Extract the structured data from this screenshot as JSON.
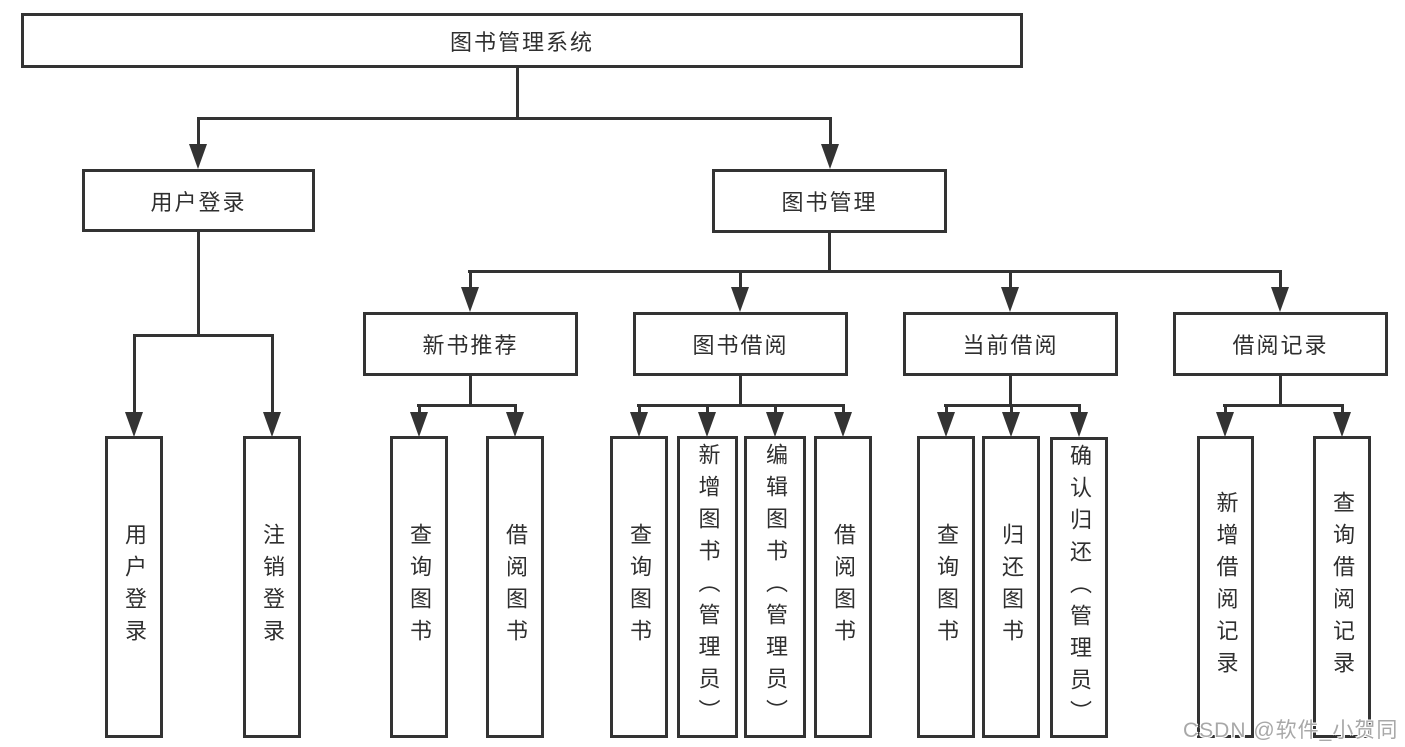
{
  "diagram": {
    "root": {
      "label": "图书管理系统",
      "children": [
        {
          "label": "用户登录",
          "children": [
            {
              "label": "用户登录"
            },
            {
              "label": "注销登录"
            }
          ]
        },
        {
          "label": "图书管理",
          "children": [
            {
              "label": "新书推荐",
              "children": [
                {
                  "label": "查询图书"
                },
                {
                  "label": "借阅图书"
                }
              ]
            },
            {
              "label": "图书借阅",
              "children": [
                {
                  "label": "查询图书"
                },
                {
                  "label": "新增图书（管理员）"
                },
                {
                  "label": "编辑图书（管理员）"
                },
                {
                  "label": "借阅图书"
                }
              ]
            },
            {
              "label": "当前借阅",
              "children": [
                {
                  "label": "查询图书"
                },
                {
                  "label": "归还图书"
                },
                {
                  "label": "确认归还（管理员）"
                }
              ]
            },
            {
              "label": "借阅记录",
              "children": [
                {
                  "label": "新增借阅记录"
                },
                {
                  "label": "查询借阅记录"
                }
              ]
            }
          ]
        }
      ]
    }
  },
  "watermark": "CSDN @软件_小贺同学",
  "colors": {
    "line": "#333333",
    "text": "#2f2f2f",
    "background": "#ffffff",
    "watermark": "#a8a8a8"
  }
}
